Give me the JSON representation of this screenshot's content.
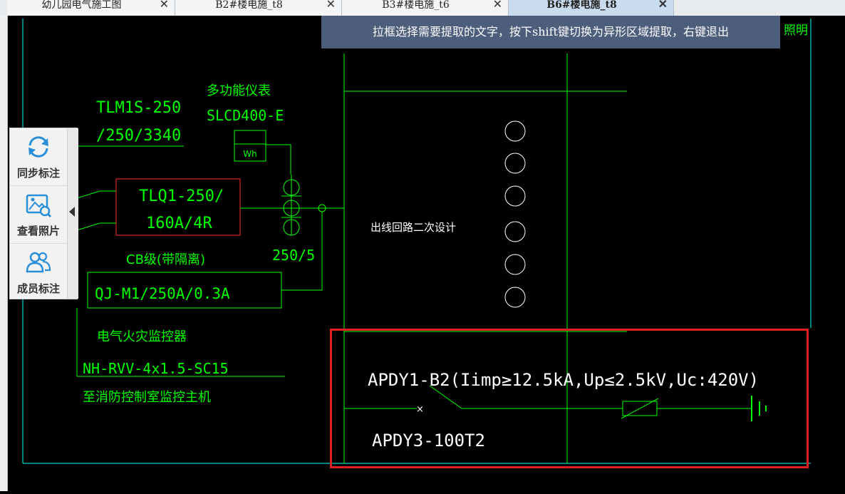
{
  "tabs": [
    {
      "label": "幼儿园电气施工图",
      "active": false
    },
    {
      "label": "B2#楼电施_t8",
      "active": false
    },
    {
      "label": "B3#楼电施_t6",
      "active": false
    },
    {
      "label": "B6#楼电施_t8",
      "active": true
    }
  ],
  "tab_close_glyph": "✕",
  "hint": "拉框选择需要提取的文字，按下shift键切换为异形区域提取，右键退出",
  "drawing": {
    "corner_text": "照明",
    "tlm_model": "TLM1S-250",
    "tlm_rating": "/250/3340",
    "meter_title": "多功能仪表",
    "meter_model": "SLCD400-E",
    "meter_symbol": "Wh",
    "tlq_line1": "TLQ1-250/",
    "tlq_line2": "160A/4R",
    "ct_ratio": "250/5",
    "cb_class": "CB级(带隔离)",
    "qj_model": "QJ-M1/250A/0.3A",
    "fire_monitor": "电气火灾监控器",
    "cable": "NH-RVV-4x1.5-SC15",
    "fire_control": "至消防控制室监控主机",
    "outgoing": "出线回路二次设计",
    "spd1": "APDY1-B2(Iimp≥12.5kA,Up≤2.5kV,Uc:420V)",
    "spd2": "APDY3-100T2",
    "cross_mark": "×"
  },
  "toolbar": [
    {
      "label": "同步标注",
      "icon": "sync-icon"
    },
    {
      "label": "查看照片",
      "icon": "photo-search-icon"
    },
    {
      "label": "成员标注",
      "icon": "members-icon"
    }
  ],
  "colors": {
    "cad_green": "#00ff00",
    "cad_cyan": "#00ffff",
    "cad_white": "#ffffff",
    "selection_red": "#e02020",
    "hint_bg": "#4d5e7c",
    "toolbar_blue": "#2a8fd8"
  }
}
